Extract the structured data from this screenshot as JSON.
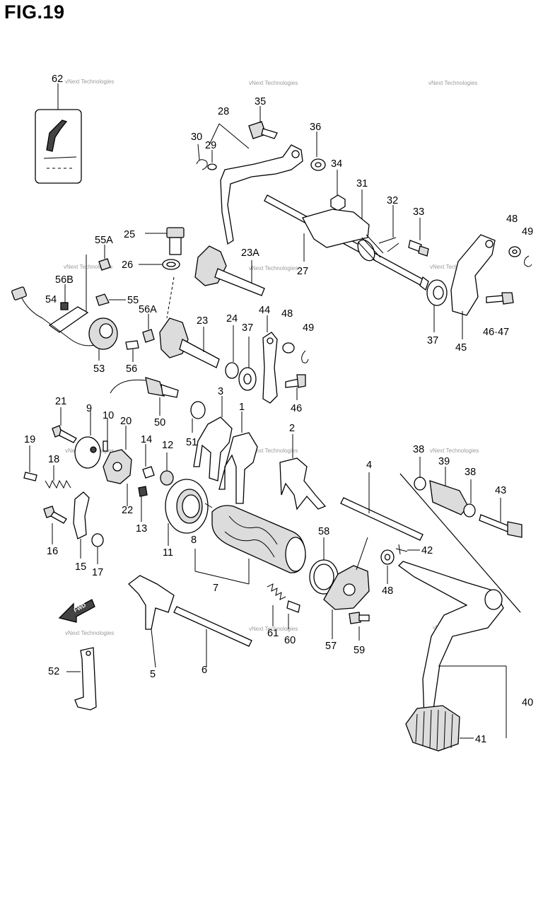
{
  "title": "FIG.19",
  "watermark": "vNext Technologies",
  "fwd_label": "FWD",
  "callouts": {
    "c1": "1",
    "c2": "2",
    "c3": "3",
    "c4": "4",
    "c5": "5",
    "c6": "6",
    "c7": "7",
    "c8": "8",
    "c9": "9",
    "c10": "10",
    "c11": "11",
    "c12": "12",
    "c13": "13",
    "c14": "14",
    "c15": "15",
    "c16": "16",
    "c17": "17",
    "c18": "18",
    "c19": "19",
    "c20": "20",
    "c21": "21",
    "c22": "22",
    "c23": "23",
    "c23a": "23A",
    "c24": "24",
    "c25": "25",
    "c26": "26",
    "c27": "27",
    "c28": "28",
    "c29": "29",
    "c30": "30",
    "c31": "31",
    "c32": "32",
    "c33": "33",
    "c34": "34",
    "c35": "35",
    "c36": "36",
    "c37a": "37",
    "c37b": "37",
    "c38a": "38",
    "c38b": "38",
    "c39": "39",
    "c40": "40",
    "c41": "41",
    "c42": "42",
    "c43": "43",
    "c44": "44",
    "c45": "45",
    "c46a": "46",
    "c4647": "46·47",
    "c48a": "48",
    "c48b": "48",
    "c48c": "48",
    "c49a": "49",
    "c49b": "49",
    "c50": "50",
    "c51": "51",
    "c52": "52",
    "c53": "53",
    "c54": "54",
    "c55": "55",
    "c55a": "55A",
    "c56": "56",
    "c56a": "56A",
    "c56b": "56B",
    "c57": "57",
    "c58": "58",
    "c59": "59",
    "c60": "60",
    "c61": "61",
    "c62": "62"
  }
}
